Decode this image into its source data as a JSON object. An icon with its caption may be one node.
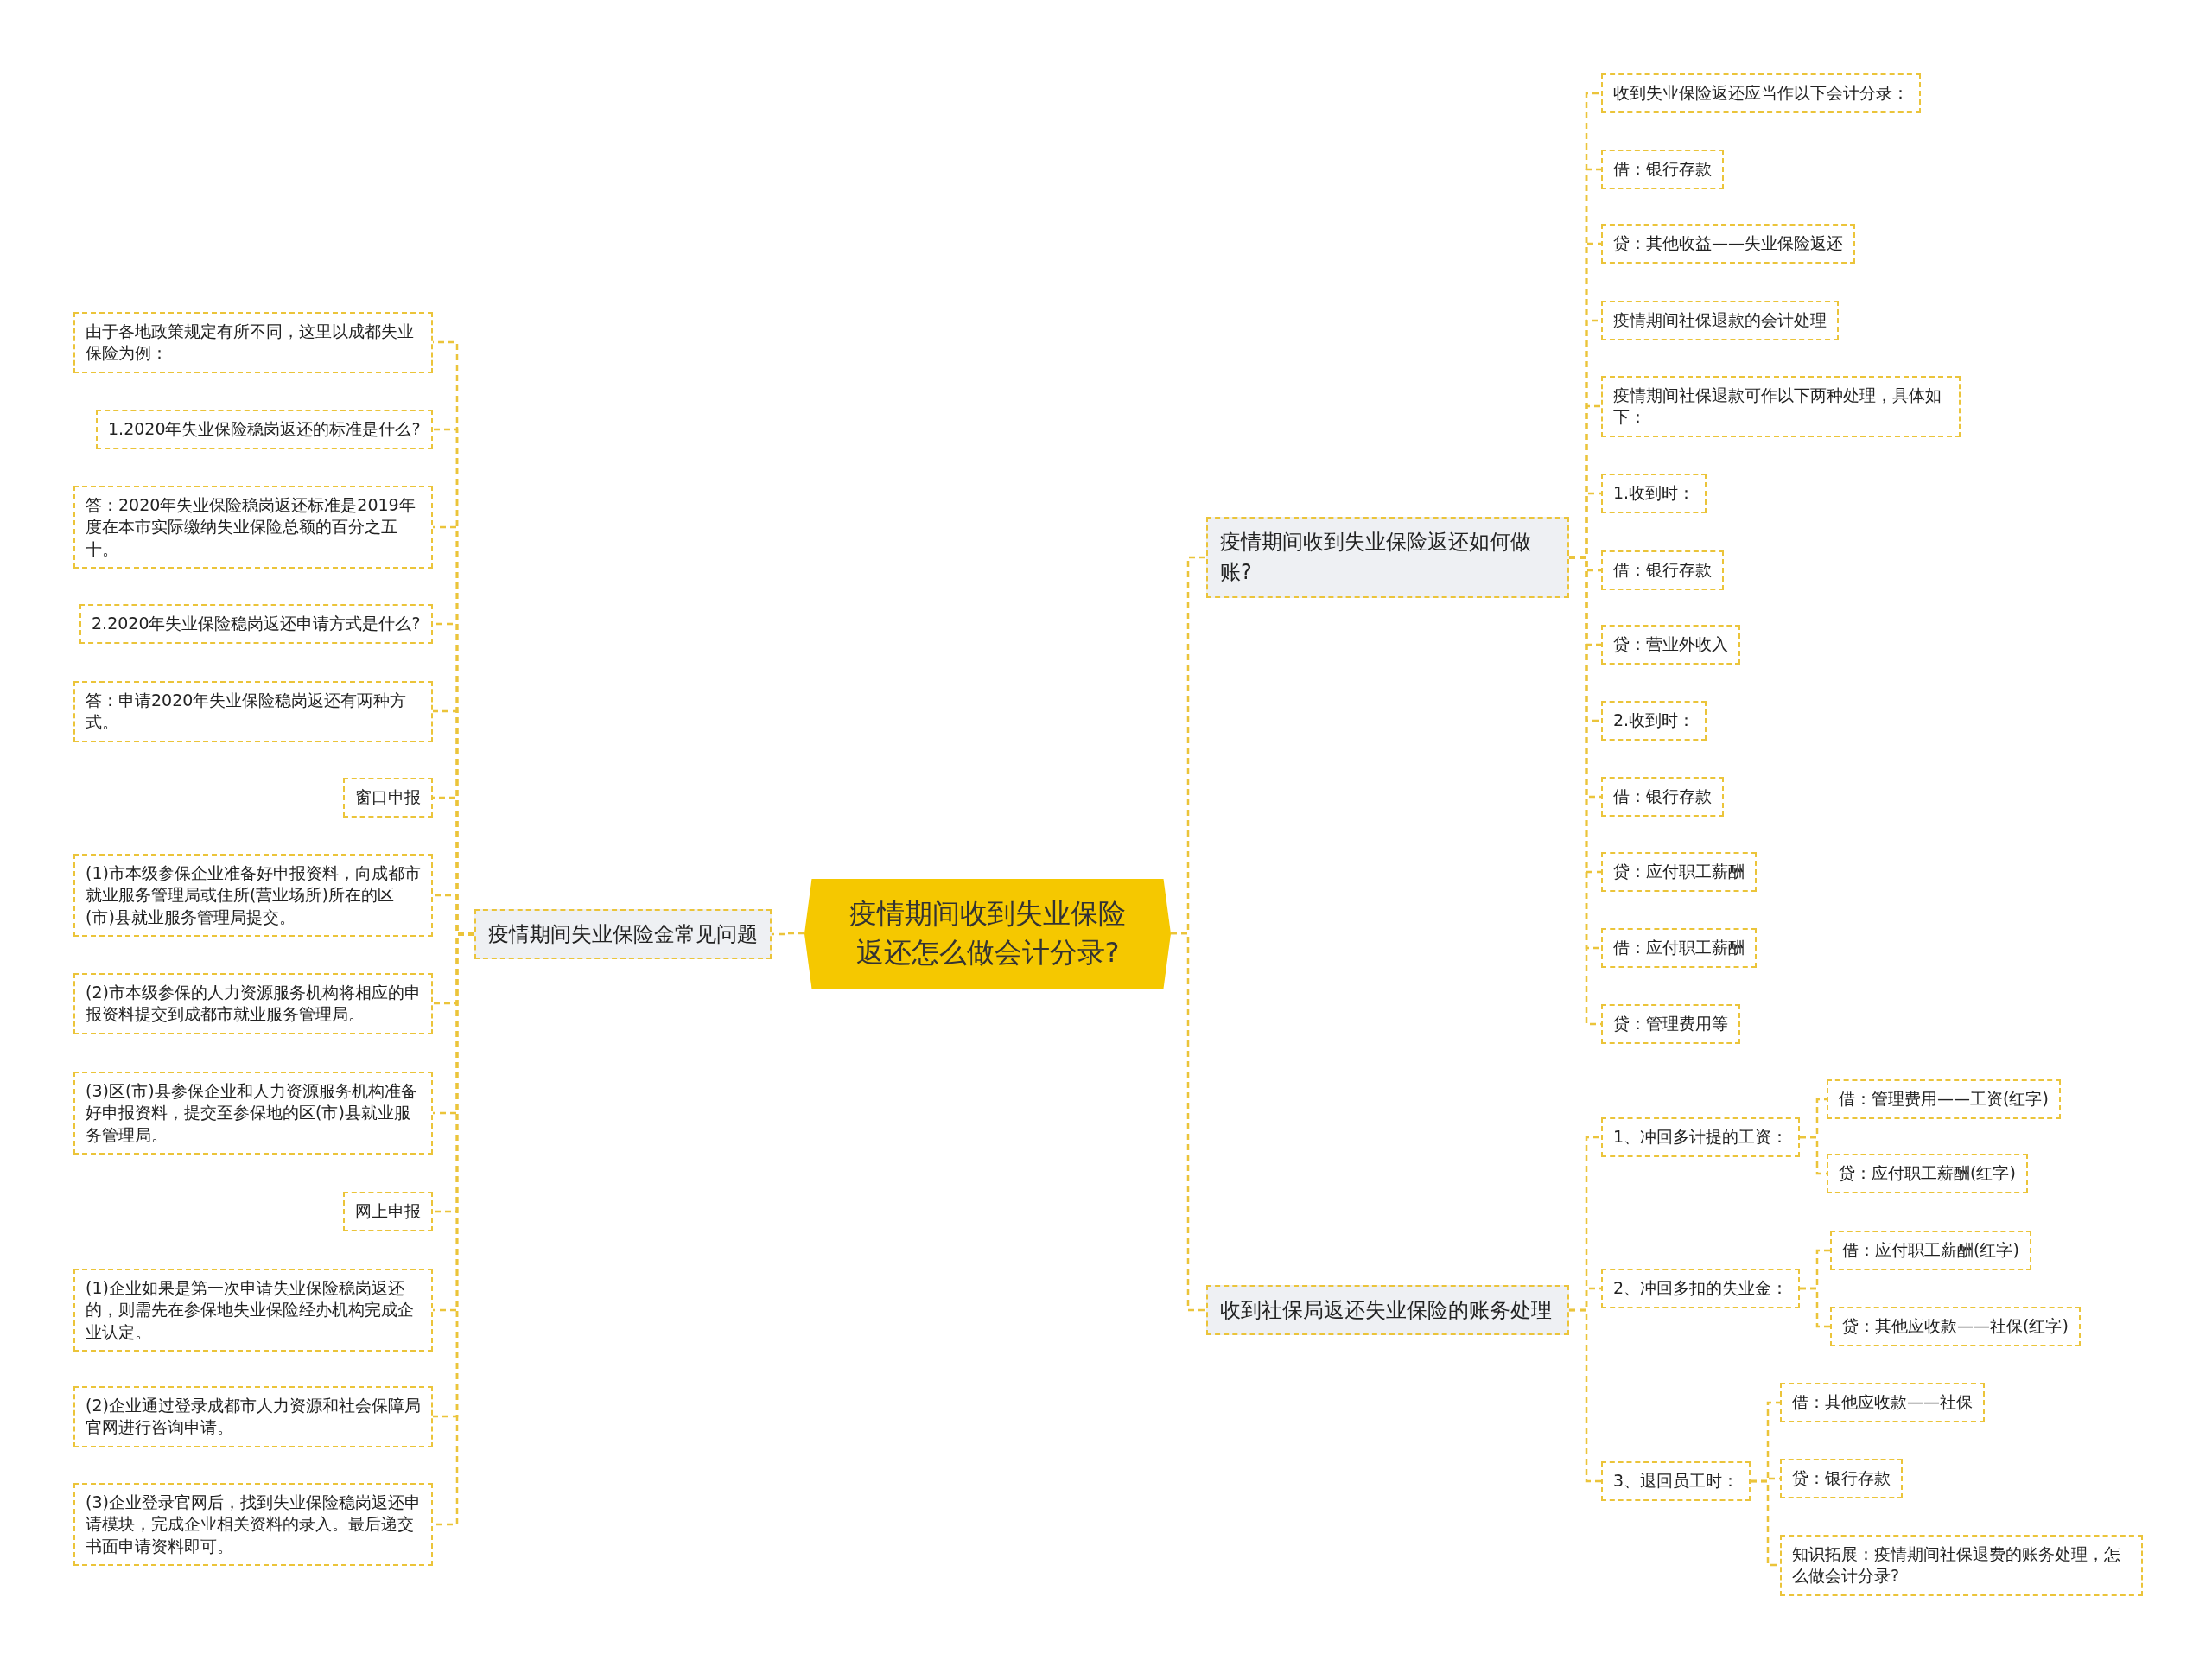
{
  "diagram": {
    "nodes": [
      {
        "text": [
          "疫情期间收到失业保险返还怎么做会计分录?"
        ]
      },
      {
        "text": [
          "疫情期间失业保险金常见问题"
        ]
      },
      {
        "text": [
          "由于各地政策规定有所不同，这里以成都失业保险为例："
        ]
      },
      {
        "text": [
          "1.2020年失业保险稳岗返还的标准是什么?"
        ]
      },
      {
        "text": [
          "答：2020年失业保险稳岗返还标准是2019年度在本市实际缴纳失业保险总额的百分之五十。"
        ]
      },
      {
        "text": [
          "2.2020年失业保险稳岗返还申请方式是什么?"
        ]
      },
      {
        "text": [
          "答：申请2020年失业保险稳岗返还有两种方式。"
        ]
      },
      {
        "text": [
          "窗口申报"
        ]
      },
      {
        "text": [
          "(1)市本级参保企业准备好申报资料，向成都市就业服务管理局或住所(营业场所)所在的区(市)县就业服务管理局提交。"
        ]
      },
      {
        "text": [
          "(2)市本级参保的人力资源服务机构将相应的申报资料提交到成都市就业服务管理局。"
        ]
      },
      {
        "text": [
          "(3)区(市)县参保企业和人力资源服务机构准备好申报资料，提交至参保地的区(市)县就业服务管理局。"
        ]
      },
      {
        "text": [
          "网上申报"
        ]
      },
      {
        "text": [
          "(1)企业如果是第一次申请失业保险稳岗返还的，则需先在参保地失业保险经办机构完成企业认定。"
        ]
      },
      {
        "text": [
          "(2)企业通过登录成都市人力资源和社会保障局官网进行咨询申请。"
        ]
      },
      {
        "text": [
          "(3)企业登录官网后，找到失业保险稳岗返还申请模块，完成企业相关资料的录入。最后递交书面申请资料即可。"
        ]
      },
      {
        "text": [
          "疫情期间收到失业保险返还如何做账?"
        ]
      },
      {
        "text": [
          "收到失业保险返还应当作以下会计分录："
        ]
      },
      {
        "text": [
          "借：银行存款"
        ]
      },
      {
        "text": [
          "贷：其他收益——失业保险返还"
        ]
      },
      {
        "text": [
          "疫情期间社保退款的会计处理"
        ]
      },
      {
        "text": [
          "疫情期间社保退款可作以下两种处理，具体如下："
        ]
      },
      {
        "text": [
          "1.收到时："
        ]
      },
      {
        "text": [
          "借：银行存款"
        ]
      },
      {
        "text": [
          "贷：营业外收入"
        ]
      },
      {
        "text": [
          "2.收到时："
        ]
      },
      {
        "text": [
          "借：银行存款"
        ]
      },
      {
        "text": [
          "贷：应付职工薪酬"
        ]
      },
      {
        "text": [
          "借：应付职工薪酬"
        ]
      },
      {
        "text": [
          "贷：管理费用等"
        ]
      },
      {
        "text": [
          "收到社保局返还失业保险的账务处理"
        ]
      },
      {
        "text": [
          "1、冲回多计提的工资："
        ]
      },
      {
        "text": [
          "借：管理费用——工资(红字)"
        ]
      },
      {
        "text": [
          "贷：应付职工薪酬(红字)"
        ]
      },
      {
        "text": [
          "2、冲回多扣的失业金："
        ]
      },
      {
        "text": [
          "借：应付职工薪酬(红字)"
        ]
      },
      {
        "text": [
          "贷：其他应收款——社保(红字)"
        ]
      },
      {
        "text": [
          "3、退回员工时："
        ]
      },
      {
        "text": [
          "借：其他应收款——社保"
        ]
      },
      {
        "text": [
          "贷：银行存款"
        ]
      },
      {
        "text": [
          "知识拓展：疫情期间社保退费的账务处理，怎么做会计分录?"
        ]
      }
    ],
    "edges": [
      {
        "from": 0,
        "to": 1,
        "arrow": "none"
      },
      {
        "from": 1,
        "to": 2,
        "arrow": "none"
      },
      {
        "from": 1,
        "to": 3,
        "arrow": "none"
      },
      {
        "from": 1,
        "to": 4,
        "arrow": "none"
      },
      {
        "from": 1,
        "to": 5,
        "arrow": "none"
      },
      {
        "from": 1,
        "to": 6,
        "arrow": "none"
      },
      {
        "from": 1,
        "to": 7,
        "arrow": "none"
      },
      {
        "from": 1,
        "to": 8,
        "arrow": "none"
      },
      {
        "from": 1,
        "to": 9,
        "arrow": "none"
      },
      {
        "from": 1,
        "to": 10,
        "arrow": "none"
      },
      {
        "from": 1,
        "to": 11,
        "arrow": "none"
      },
      {
        "from": 1,
        "to": 12,
        "arrow": "none"
      },
      {
        "from": 1,
        "to": 13,
        "arrow": "none"
      },
      {
        "from": 1,
        "to": 14,
        "arrow": "none"
      },
      {
        "from": 0,
        "to": 15,
        "arrow": "none"
      },
      {
        "from": 15,
        "to": 16,
        "arrow": "none"
      },
      {
        "from": 15,
        "to": 17,
        "arrow": "none"
      },
      {
        "from": 15,
        "to": 18,
        "arrow": "none"
      },
      {
        "from": 15,
        "to": 19,
        "arrow": "none"
      },
      {
        "from": 15,
        "to": 20,
        "arrow": "none"
      },
      {
        "from": 15,
        "to": 21,
        "arrow": "none"
      },
      {
        "from": 15,
        "to": 22,
        "arrow": "none"
      },
      {
        "from": 15,
        "to": 23,
        "arrow": "none"
      },
      {
        "from": 15,
        "to": 24,
        "arrow": "none"
      },
      {
        "from": 15,
        "to": 25,
        "arrow": "none"
      },
      {
        "from": 15,
        "to": 26,
        "arrow": "none"
      },
      {
        "from": 15,
        "to": 27,
        "arrow": "none"
      },
      {
        "from": 15,
        "to": 28,
        "arrow": "none"
      },
      {
        "from": 0,
        "to": 29,
        "arrow": "none"
      },
      {
        "from": 29,
        "to": 30,
        "arrow": "none"
      },
      {
        "from": 30,
        "to": 31,
        "arrow": "none"
      },
      {
        "from": 30,
        "to": 32,
        "arrow": "none"
      },
      {
        "from": 29,
        "to": 33,
        "arrow": "none"
      },
      {
        "from": 33,
        "to": 34,
        "arrow": "none"
      },
      {
        "from": 33,
        "to": 35,
        "arrow": "none"
      },
      {
        "from": 29,
        "to": 36,
        "arrow": "none"
      },
      {
        "from": 36,
        "to": 37,
        "arrow": "none"
      },
      {
        "from": 36,
        "to": 38,
        "arrow": "none"
      },
      {
        "from": 36,
        "to": 39,
        "arrow": "none"
      }
    ]
  }
}
